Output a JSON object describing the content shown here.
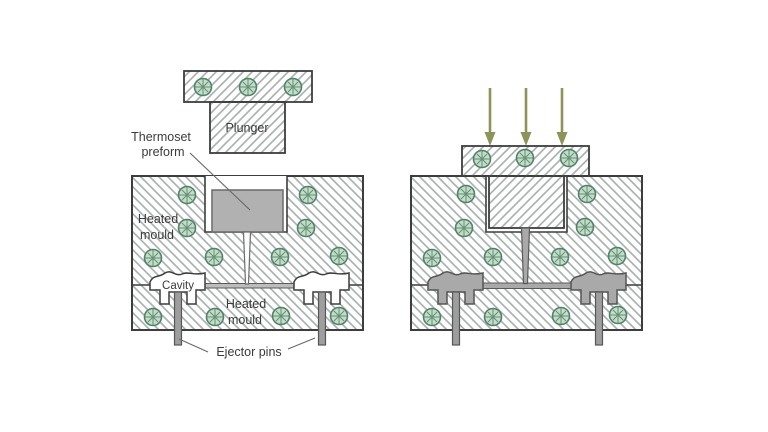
{
  "labels": {
    "plunger": "Plunger",
    "thermoset_preform_line1": "Thermoset",
    "thermoset_preform_line2": "preform",
    "heated_mould_line1": "Heated",
    "heated_mould_line2": "mould",
    "cavity": "Cavity",
    "ejector_pins": "Ejector pins"
  },
  "icons": {
    "heater_symbol": "circle-plus-heating-mark",
    "force_arrow": "downward-arrow"
  },
  "colors": {
    "background": "#ffffff",
    "outline": "#3d3d3d",
    "hatch_line": "#a9aeae",
    "heater_stroke": "#4f8468",
    "heater_fill": "#c6dcc9",
    "preform_gray": "#b1b1b1",
    "part_gray": "#a9a9a9",
    "pin_gray": "#9e9e9e",
    "channel_gray": "#bdbdbd",
    "arrow_olive": "#8e9359",
    "label_text": "#3b3b3b"
  }
}
